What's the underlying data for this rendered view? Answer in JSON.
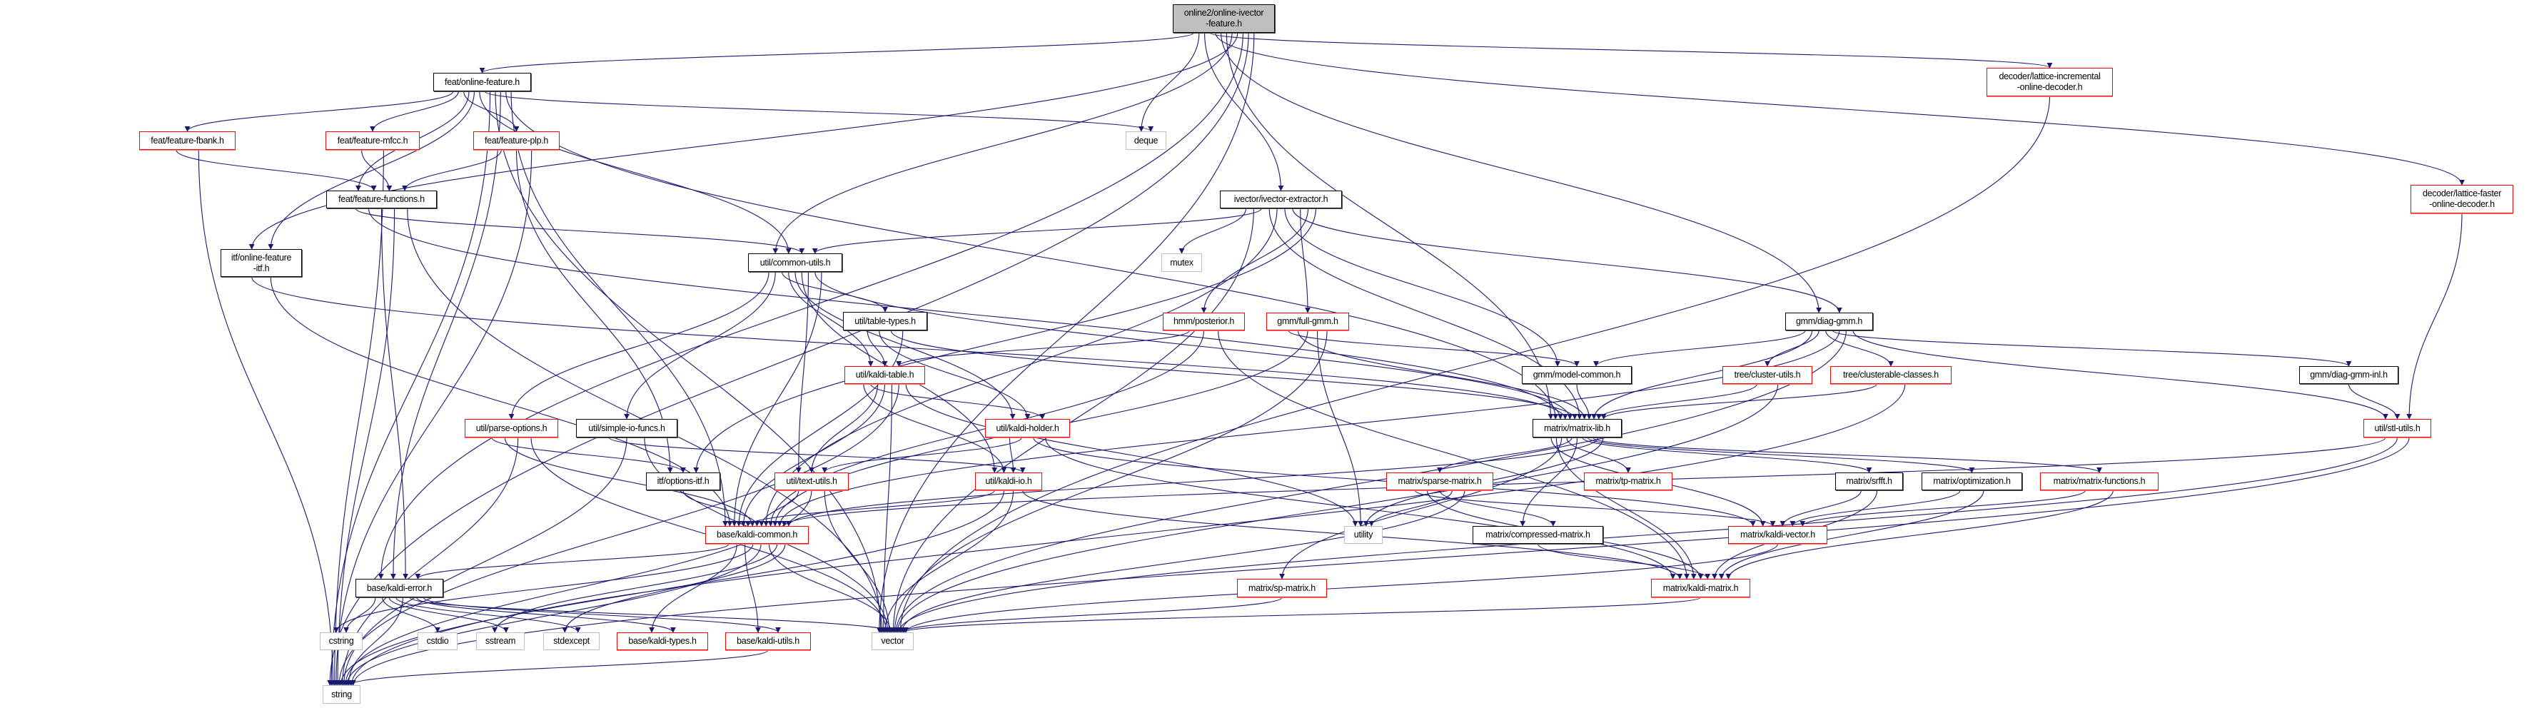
{
  "graph": {
    "edge_color": "#191970",
    "documented_border_color": "#000000",
    "undocumented_border_color": "#ff0000",
    "system_border_color": "#bfbfbf",
    "root_fill_color": "#bfbfbf",
    "nodes": [
      {
        "id": "root",
        "label": "online2/online-ivector\n-feature.h",
        "kind": "root"
      },
      {
        "id": "online_feature",
        "label": "feat/online-feature.h",
        "kind": "doc"
      },
      {
        "id": "deque",
        "label": "deque",
        "kind": "sys"
      },
      {
        "id": "lat_inc",
        "label": "decoder/lattice-incremental\n-online-decoder.h",
        "kind": "red"
      },
      {
        "id": "lat_fast",
        "label": "decoder/lattice-faster\n-online-decoder.h",
        "kind": "red"
      },
      {
        "id": "fbank",
        "label": "feat/feature-fbank.h",
        "kind": "red"
      },
      {
        "id": "mfcc",
        "label": "feat/feature-mfcc.h",
        "kind": "red"
      },
      {
        "id": "plp",
        "label": "feat/feature-plp.h",
        "kind": "red"
      },
      {
        "id": "feat_funcs",
        "label": "feat/feature-functions.h",
        "kind": "doc"
      },
      {
        "id": "ivector",
        "label": "ivector/ivector-extractor.h",
        "kind": "doc"
      },
      {
        "id": "online_itf",
        "label": "itf/online-feature\n-itf.h",
        "kind": "doc"
      },
      {
        "id": "common_utils",
        "label": "util/common-utils.h",
        "kind": "doc"
      },
      {
        "id": "mutex",
        "label": "mutex",
        "kind": "sys"
      },
      {
        "id": "table_types",
        "label": "util/table-types.h",
        "kind": "doc"
      },
      {
        "id": "posterior",
        "label": "hmm/posterior.h",
        "kind": "red"
      },
      {
        "id": "full_gmm",
        "label": "gmm/full-gmm.h",
        "kind": "red"
      },
      {
        "id": "diag_gmm",
        "label": "gmm/diag-gmm.h",
        "kind": "doc"
      },
      {
        "id": "kaldi_table",
        "label": "util/kaldi-table.h",
        "kind": "red"
      },
      {
        "id": "model_common",
        "label": "gmm/model-common.h",
        "kind": "doc"
      },
      {
        "id": "cluster_utils",
        "label": "tree/cluster-utils.h",
        "kind": "red"
      },
      {
        "id": "clusterable",
        "label": "tree/clusterable-classes.h",
        "kind": "red"
      },
      {
        "id": "diag_gmm_inl",
        "label": "gmm/diag-gmm-inl.h",
        "kind": "doc"
      },
      {
        "id": "parse_options",
        "label": "util/parse-options.h",
        "kind": "red"
      },
      {
        "id": "simple_io",
        "label": "util/simple-io-funcs.h",
        "kind": "doc"
      },
      {
        "id": "kaldi_holder",
        "label": "util/kaldi-holder.h",
        "kind": "red"
      },
      {
        "id": "matrix_lib",
        "label": "matrix/matrix-lib.h",
        "kind": "doc"
      },
      {
        "id": "stl_utils",
        "label": "util/stl-utils.h",
        "kind": "red"
      },
      {
        "id": "options_itf",
        "label": "itf/options-itf.h",
        "kind": "doc"
      },
      {
        "id": "text_utils",
        "label": "util/text-utils.h",
        "kind": "red"
      },
      {
        "id": "kaldi_io",
        "label": "util/kaldi-io.h",
        "kind": "red"
      },
      {
        "id": "sparse_matrix",
        "label": "matrix/sparse-matrix.h",
        "kind": "red"
      },
      {
        "id": "tp_matrix",
        "label": "matrix/tp-matrix.h",
        "kind": "red"
      },
      {
        "id": "srfft",
        "label": "matrix/srfft.h",
        "kind": "doc"
      },
      {
        "id": "optimization",
        "label": "matrix/optimization.h",
        "kind": "doc"
      },
      {
        "id": "matrix_functions",
        "label": "matrix/matrix-functions.h",
        "kind": "red"
      },
      {
        "id": "kaldi_common",
        "label": "base/kaldi-common.h",
        "kind": "red"
      },
      {
        "id": "utility",
        "label": "utility",
        "kind": "sys"
      },
      {
        "id": "compressed",
        "label": "matrix/compressed-matrix.h",
        "kind": "doc"
      },
      {
        "id": "kaldi_vector",
        "label": "matrix/kaldi-vector.h",
        "kind": "red"
      },
      {
        "id": "kaldi_error",
        "label": "base/kaldi-error.h",
        "kind": "doc"
      },
      {
        "id": "sp_matrix",
        "label": "matrix/sp-matrix.h",
        "kind": "red"
      },
      {
        "id": "kaldi_matrix",
        "label": "matrix/kaldi-matrix.h",
        "kind": "red"
      },
      {
        "id": "cstring",
        "label": "cstring",
        "kind": "sys"
      },
      {
        "id": "cstdio",
        "label": "cstdio",
        "kind": "sys"
      },
      {
        "id": "sstream",
        "label": "sstream",
        "kind": "sys"
      },
      {
        "id": "stdexcept",
        "label": "stdexcept",
        "kind": "sys"
      },
      {
        "id": "kaldi_types",
        "label": "base/kaldi-types.h",
        "kind": "red"
      },
      {
        "id": "kaldi_utils",
        "label": "base/kaldi-utils.h",
        "kind": "red"
      },
      {
        "id": "vector",
        "label": "vector",
        "kind": "sys"
      },
      {
        "id": "string",
        "label": "string",
        "kind": "sys"
      }
    ],
    "edges": [
      [
        "root",
        "online_feature"
      ],
      [
        "root",
        "deque"
      ],
      [
        "root",
        "ivector"
      ],
      [
        "root",
        "lat_inc"
      ],
      [
        "root",
        "lat_fast"
      ],
      [
        "root",
        "diag_gmm"
      ],
      [
        "root",
        "matrix_lib"
      ],
      [
        "root",
        "common_utils"
      ],
      [
        "root",
        "online_itf"
      ],
      [
        "root",
        "kaldi_error"
      ],
      [
        "root",
        "string"
      ],
      [
        "root",
        "vector"
      ],
      [
        "online_feature",
        "fbank"
      ],
      [
        "online_feature",
        "mfcc"
      ],
      [
        "online_feature",
        "plp"
      ],
      [
        "online_feature",
        "feat_funcs"
      ],
      [
        "online_feature",
        "online_itf"
      ],
      [
        "online_feature",
        "common_utils"
      ],
      [
        "online_feature",
        "deque"
      ],
      [
        "online_feature",
        "string"
      ],
      [
        "online_feature",
        "vector"
      ],
      [
        "online_feature",
        "kaldi_error"
      ],
      [
        "online_feature",
        "matrix_lib"
      ],
      [
        "online_feature",
        "kaldi_common"
      ],
      [
        "fbank",
        "feat_funcs"
      ],
      [
        "fbank",
        "string"
      ],
      [
        "mfcc",
        "feat_funcs"
      ],
      [
        "mfcc",
        "string"
      ],
      [
        "plp",
        "feat_funcs"
      ],
      [
        "plp",
        "options_itf"
      ],
      [
        "plp",
        "string"
      ],
      [
        "feat_funcs",
        "common_utils"
      ],
      [
        "feat_funcs",
        "matrix_lib"
      ],
      [
        "feat_funcs",
        "kaldi_error"
      ],
      [
        "feat_funcs",
        "string"
      ],
      [
        "feat_funcs",
        "vector"
      ],
      [
        "online_itf",
        "matrix_lib"
      ],
      [
        "online_itf",
        "kaldi_common"
      ],
      [
        "common_utils",
        "parse_options"
      ],
      [
        "common_utils",
        "simple_io"
      ],
      [
        "common_utils",
        "table_types"
      ],
      [
        "common_utils",
        "kaldi_table"
      ],
      [
        "common_utils",
        "kaldi_holder"
      ],
      [
        "common_utils",
        "kaldi_io"
      ],
      [
        "common_utils",
        "text_utils"
      ],
      [
        "common_utils",
        "matrix_lib"
      ],
      [
        "common_utils",
        "kaldi_common"
      ],
      [
        "table_types",
        "kaldi_table"
      ],
      [
        "table_types",
        "kaldi_holder"
      ],
      [
        "table_types",
        "matrix_lib"
      ],
      [
        "table_types",
        "kaldi_common"
      ],
      [
        "kaldi_table",
        "kaldi_io"
      ],
      [
        "kaldi_table",
        "kaldi_holder"
      ],
      [
        "kaldi_table",
        "text_utils"
      ],
      [
        "kaldi_table",
        "kaldi_common"
      ],
      [
        "kaldi_table",
        "vector"
      ],
      [
        "kaldi_table",
        "string"
      ],
      [
        "kaldi_table",
        "utility"
      ],
      [
        "kaldi_holder",
        "kaldi_io"
      ],
      [
        "kaldi_holder",
        "text_utils"
      ],
      [
        "kaldi_holder",
        "kaldi_vector"
      ],
      [
        "kaldi_holder",
        "kaldi_matrix"
      ],
      [
        "kaldi_io",
        "kaldi_common"
      ],
      [
        "kaldi_io",
        "string"
      ],
      [
        "kaldi_io",
        "vector"
      ],
      [
        "kaldi_io",
        "kaldi_matrix"
      ],
      [
        "parse_options",
        "options_itf"
      ],
      [
        "parse_options",
        "kaldi_common"
      ],
      [
        "parse_options",
        "string"
      ],
      [
        "parse_options",
        "vector"
      ],
      [
        "simple_io",
        "kaldi_io"
      ],
      [
        "simple_io",
        "string"
      ],
      [
        "simple_io",
        "vector"
      ],
      [
        "options_itf",
        "kaldi_common"
      ],
      [
        "text_utils",
        "kaldi_common"
      ],
      [
        "text_utils",
        "string"
      ],
      [
        "text_utils",
        "vector"
      ],
      [
        "kaldi_common",
        "kaldi_error"
      ],
      [
        "kaldi_common",
        "kaldi_types"
      ],
      [
        "kaldi_common",
        "kaldi_utils"
      ],
      [
        "kaldi_common",
        "cstring"
      ],
      [
        "kaldi_common",
        "string"
      ],
      [
        "kaldi_common",
        "vector"
      ],
      [
        "kaldi_common",
        "sstream"
      ],
      [
        "kaldi_common",
        "stdexcept"
      ],
      [
        "kaldi_error",
        "cstring"
      ],
      [
        "kaldi_error",
        "cstdio"
      ],
      [
        "kaldi_error",
        "sstream"
      ],
      [
        "kaldi_error",
        "stdexcept"
      ],
      [
        "kaldi_error",
        "string"
      ],
      [
        "kaldi_error",
        "vector"
      ],
      [
        "kaldi_error",
        "kaldi_types"
      ],
      [
        "kaldi_error",
        "kaldi_utils"
      ],
      [
        "kaldi_utils",
        "string"
      ],
      [
        "ivector",
        "mutex"
      ],
      [
        "ivector",
        "vector"
      ],
      [
        "ivector",
        "common_utils"
      ],
      [
        "ivector",
        "matrix_lib"
      ],
      [
        "ivector",
        "kaldi_common"
      ],
      [
        "ivector",
        "model_common"
      ],
      [
        "ivector",
        "diag_gmm"
      ],
      [
        "ivector",
        "full_gmm"
      ],
      [
        "ivector",
        "posterior"
      ],
      [
        "ivector",
        "options_itf"
      ],
      [
        "posterior",
        "kaldi_table"
      ],
      [
        "posterior",
        "kaldi_common"
      ],
      [
        "posterior",
        "kaldi_matrix"
      ],
      [
        "full_gmm",
        "model_common"
      ],
      [
        "full_gmm",
        "matrix_lib"
      ],
      [
        "full_gmm",
        "kaldi_common"
      ],
      [
        "full_gmm",
        "utility"
      ],
      [
        "full_gmm",
        "vector"
      ],
      [
        "model_common",
        "matrix_lib"
      ],
      [
        "diag_gmm",
        "model_common"
      ],
      [
        "diag_gmm",
        "matrix_lib"
      ],
      [
        "diag_gmm",
        "cluster_utils"
      ],
      [
        "diag_gmm",
        "clusterable"
      ],
      [
        "diag_gmm",
        "diag_gmm_inl"
      ],
      [
        "diag_gmm",
        "kaldi_common"
      ],
      [
        "diag_gmm",
        "vector"
      ],
      [
        "diag_gmm",
        "stl_utils"
      ],
      [
        "diag_gmm_inl",
        "stl_utils"
      ],
      [
        "cluster_utils",
        "matrix_lib"
      ],
      [
        "cluster_utils",
        "vector"
      ],
      [
        "clusterable",
        "matrix_lib"
      ],
      [
        "clusterable",
        "string"
      ],
      [
        "stl_utils",
        "kaldi_common"
      ],
      [
        "stl_utils",
        "vector"
      ],
      [
        "stl_utils",
        "string"
      ],
      [
        "lat_inc",
        "vector"
      ],
      [
        "lat_fast",
        "stl_utils"
      ],
      [
        "matrix_lib",
        "kaldi_vector"
      ],
      [
        "matrix_lib",
        "kaldi_matrix"
      ],
      [
        "matrix_lib",
        "sp_matrix"
      ],
      [
        "matrix_lib",
        "tp_matrix"
      ],
      [
        "matrix_lib",
        "sparse_matrix"
      ],
      [
        "matrix_lib",
        "compressed"
      ],
      [
        "matrix_lib",
        "srfft"
      ],
      [
        "matrix_lib",
        "optimization"
      ],
      [
        "matrix_lib",
        "matrix_functions"
      ],
      [
        "matrix_lib",
        "kaldi_common"
      ],
      [
        "matrix_lib",
        "utility"
      ],
      [
        "sparse_matrix",
        "kaldi_vector"
      ],
      [
        "sparse_matrix",
        "kaldi_matrix"
      ],
      [
        "sparse_matrix",
        "compressed"
      ],
      [
        "sparse_matrix",
        "utility"
      ],
      [
        "sparse_matrix",
        "vector"
      ],
      [
        "compressed",
        "kaldi_matrix"
      ],
      [
        "sp_matrix",
        "vector"
      ],
      [
        "srfft",
        "kaldi_vector"
      ],
      [
        "srfft",
        "kaldi_matrix"
      ],
      [
        "optimization",
        "kaldi_vector"
      ],
      [
        "optimization",
        "kaldi_matrix"
      ],
      [
        "matrix_functions",
        "kaldi_vector"
      ],
      [
        "matrix_functions",
        "kaldi_matrix"
      ],
      [
        "kaldi_matrix",
        "vector"
      ],
      [
        "kaldi_vector",
        "vector"
      ]
    ]
  }
}
